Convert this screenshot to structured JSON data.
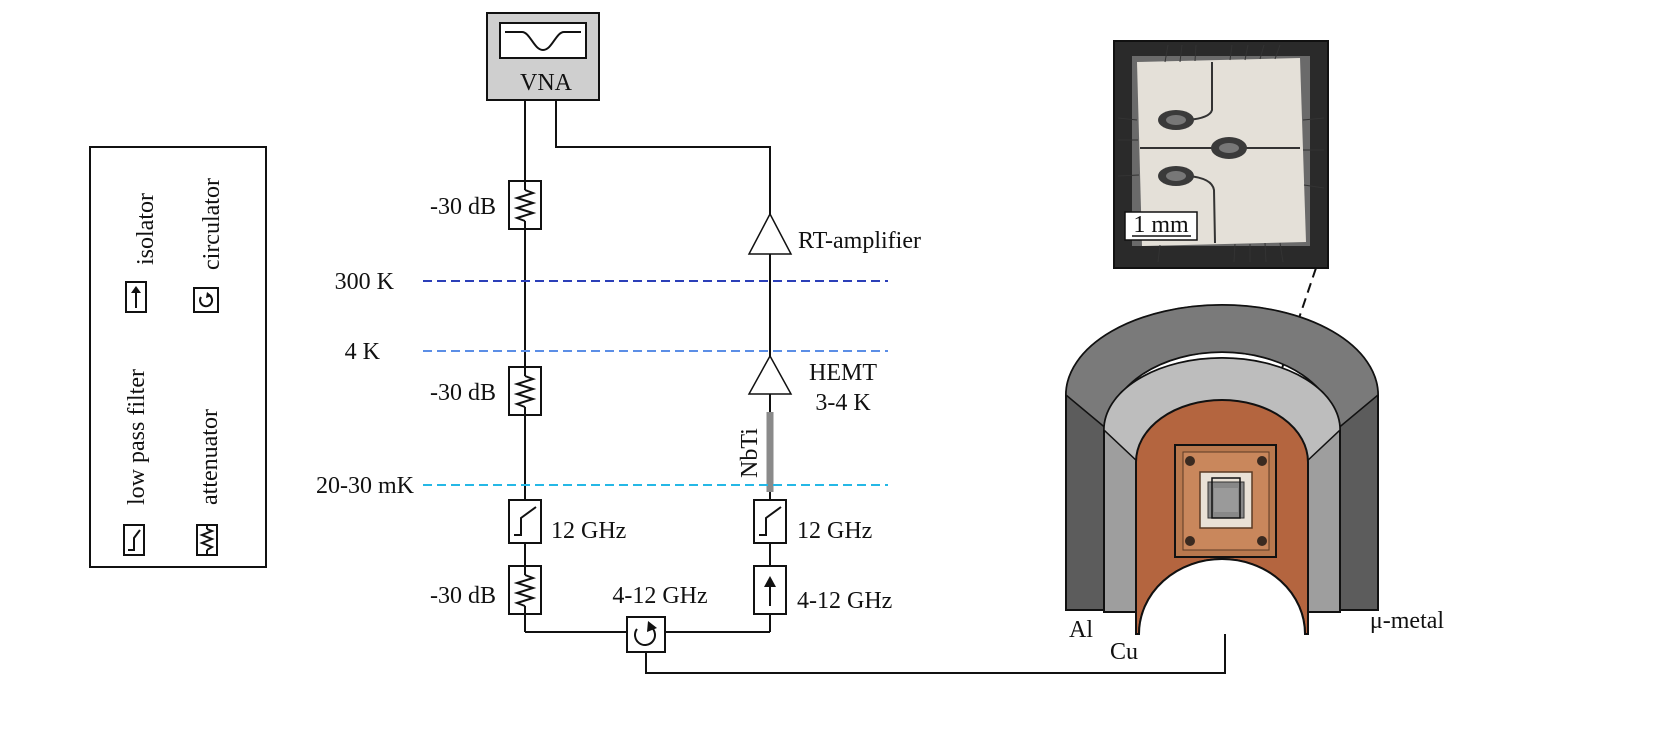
{
  "instrument": {
    "label": "VNA"
  },
  "legend": {
    "isolator": "isolator",
    "circulator": "circulator",
    "low_pass_filter": "low pass filter",
    "attenuator": "attenuator"
  },
  "stages": [
    {
      "label": "300 K",
      "color": "#2b3fb8"
    },
    {
      "label": "4 K",
      "color": "#5b8ee6"
    },
    {
      "label": "20-30 mK",
      "color": "#25b8e6"
    }
  ],
  "input_line": {
    "attenuator_top": "-30 dB",
    "attenuator_mid": "-30 dB",
    "filter": "12 GHz",
    "attenuator_bottom": "-30 dB"
  },
  "output_line": {
    "rt_amplifier": "RT-amplifier",
    "hemt_line1": "HEMT",
    "hemt_line2": "3-4 K",
    "cable": "NbTi",
    "filter": "12 GHz",
    "isolator": "4-12 GHz"
  },
  "circulator": {
    "label": "4-12 GHz"
  },
  "photo": {
    "scale_bar": "1 mm"
  },
  "shields": {
    "aluminum": "Al",
    "copper": "Cu",
    "mu_metal": "μ-metal",
    "aluminum_color": "#a6a6a6",
    "copper_color": "#b4653f",
    "mu_metal_color": "#777777"
  }
}
